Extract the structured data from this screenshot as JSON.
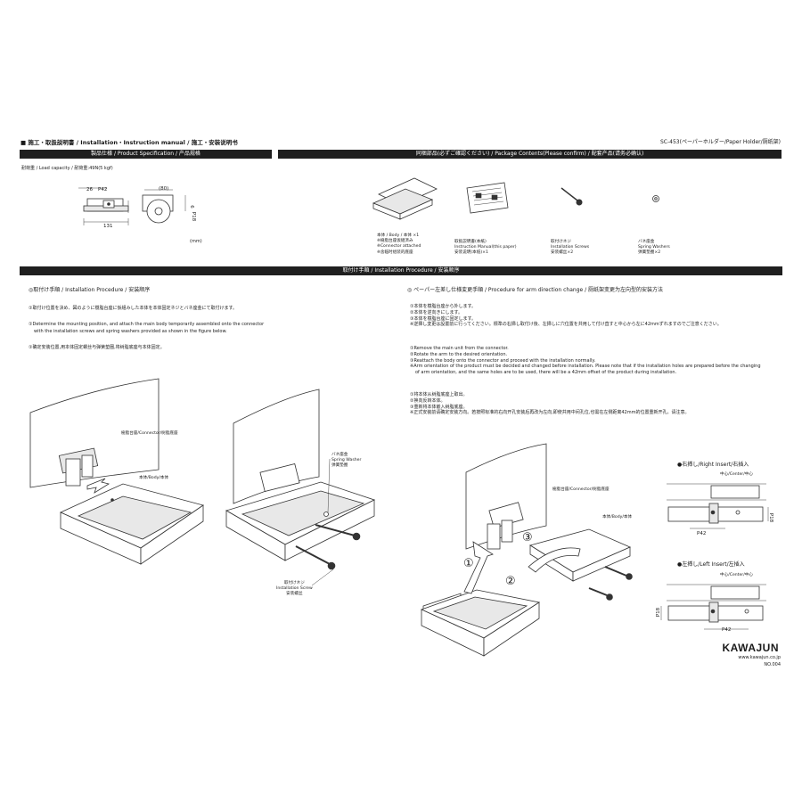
{
  "header": {
    "left": "■ 施工・取扱説明書 / Installation・Instruction manual / 施工・安装说明书",
    "right": "SC-453(ペーパーホルダー/Paper Holder/厕纸架)"
  },
  "bars": {
    "spec": "製品仕様 / Product Specification / 产品规格",
    "package": "同梱部品(必ずご確認ください) / Package Contents(Please confirm) / 配套产品(请务必确认)",
    "install": "取付け手順 / Installation Procedure / 安装顺序"
  },
  "spec": {
    "load": "耐荷重 / Load capacity / 耐荷重:49N(5 kgf)",
    "dims": {
      "d26": "26",
      "p42": "P42",
      "d80": "(80)",
      "d131": "131",
      "d6": "6",
      "p18": "P18"
    },
    "unit": "(mm)"
  },
  "package": [
    {
      "name": "body",
      "lines": [
        "本体 / Body / 本体 ×1",
        "※樹脂台座仮組済み",
        "※Connector attached",
        "※含临时组装的底座"
      ]
    },
    {
      "name": "manual",
      "lines": [
        "取扱説明書(本紙)",
        "Instruction Manual(this paper)",
        "安装说明(本纸)×1"
      ]
    },
    {
      "name": "screw",
      "lines": [
        "取付けネジ",
        "Installation Screws",
        "安装螺丝×2"
      ]
    },
    {
      "name": "washer",
      "lines": [
        "バネ座金",
        "Spring Washers",
        "弹簧垫圈×2"
      ]
    }
  ],
  "left_section": {
    "title": "◎取付け手順 / Installation Procedure / 安装顺序",
    "step1_ja": "①取付け位置を決め、図のように樹脂台座に仮組みした本体を本体固定ネジとバネ座金にて取付けます。",
    "step1_en_a": "①Determine the mounting position, and attach the main body temporarily assembled onto the connector",
    "step1_en_b": "with the installation screws and spring washers provided as shown in the figure below.",
    "step1_zh": "①确定安装位置,用本体固定螺丝与弹簧垫圈,将树脂底座与本体固定。",
    "lbl_connector": "樹脂台座/Connector/树脂底座",
    "lbl_body": "本体/Body/本体",
    "lbl_washer": [
      "バネ座金",
      "Spring Washer",
      "弹簧垫圈"
    ],
    "lbl_screw": [
      "取付けネジ",
      "Installation Screw",
      "安装螺丝"
    ]
  },
  "right_section": {
    "title": "◎ ペーパー左差し仕様変更手順 / Procedure for arm direction change / 厕纸架变更为左向型的安装方法",
    "ja": [
      "①本体を樹脂台座から外します。",
      "②本体を逆向きにします。",
      "③本体を樹脂台座に固定します。",
      "※逆挿し変更は設置前に行ってください。標準の右挿し取付け後、左挿しに穴位置を共用して付け直すと中心から左に42mmずれますのでご注意ください。"
    ],
    "en": [
      "①Remove the main unit from the connector.",
      "②Rotate the arm to the desired orientation.",
      "③Reattach the body onto the connector and proceed with the installation normally.",
      "※Arm orientation of the product must be decided and changed before installation. Please note that if the installation holes are prepared before the changing",
      "of arm orientation, and the same holes are to be used, there will be a 42mm offset of the product during installation."
    ],
    "zh": [
      "①将本体从树脂底座上取出。",
      "②换向反转本体。",
      "③重新将本体嵌入树脂底座。",
      "※正式安装前请确定安装方向。若按照标准的右向开孔安装后再改为左向,即使共用中间孔位,也需在左侧距离42mm的位置重新开孔。请注意。"
    ],
    "lbl_connector": "樹脂台座/Connector/树脂底座",
    "lbl_body": "本体/Body/本体",
    "steps": [
      "①",
      "②",
      "③"
    ],
    "right_insert": "●右挿し/Right Insert/右插入",
    "left_insert": "●左挿し/Left Insert/左插入",
    "center": "中心/Center/中心",
    "p42": "P42",
    "p18": "P18"
  },
  "footer": {
    "brand": "KAWAJUN",
    "url": "www.kawajun.co.jp",
    "no": "NO.004"
  }
}
